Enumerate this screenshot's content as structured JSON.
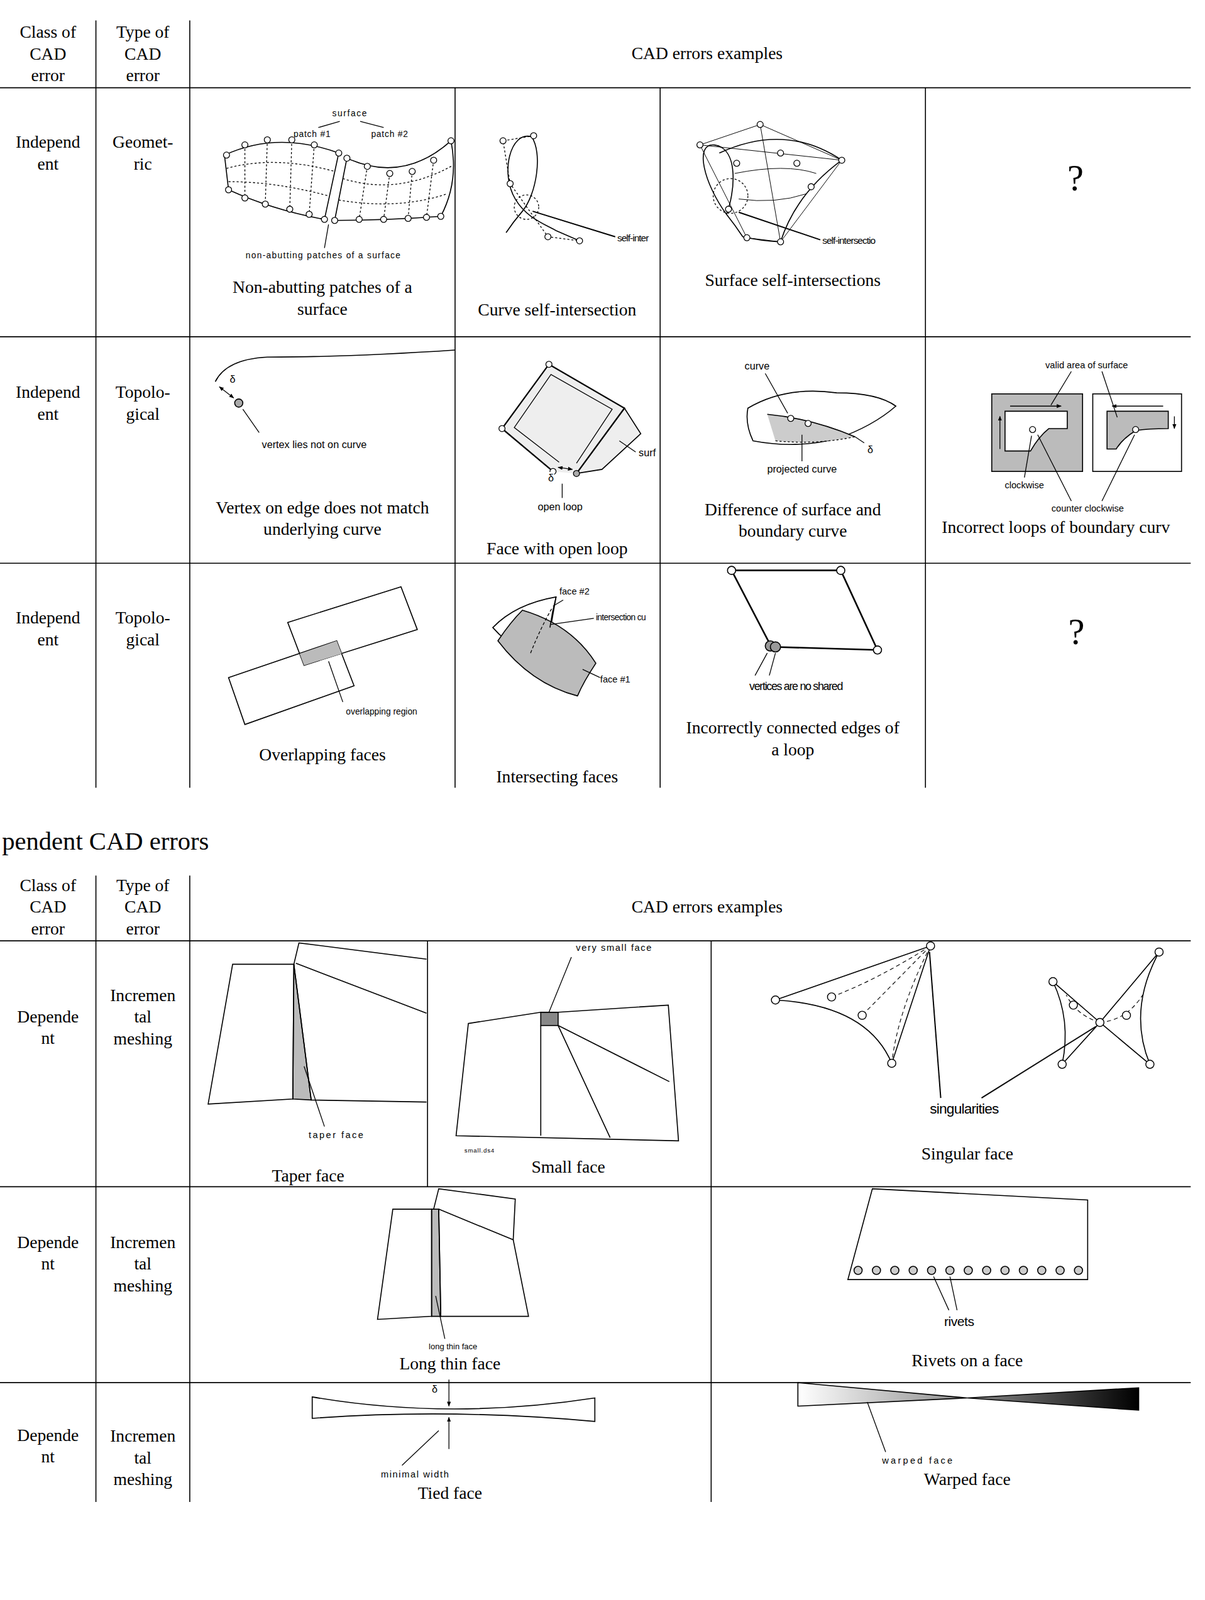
{
  "diagram": {
    "labels": [
      "Class of CAD error",
      "Type of CAD error",
      "CAD errors examples",
      "Independ ent",
      "Geomet- ric",
      "surface",
      "patch #1",
      "patch #2",
      "non-abutting patches of a surface",
      "Non-abutting patches of a surface",
      "self-inter",
      "Curve self-intersection",
      "self-intersectio",
      "Surface self-intersections",
      "?",
      "Independ ent",
      "Topolo- gical",
      "δ",
      "vertex lies not on curve",
      "Vertex on edge does not match underlying curve",
      "surf",
      "δ",
      "open loop",
      "Face with open loop",
      "curve",
      "δ",
      "projected curve",
      "Difference of surface and boundary curve",
      "valid area of surface",
      "clockwise",
      "counter clockwise",
      "Incorrect loops of boundary curv",
      "Independ ent",
      "Topolo- gical",
      "overlapping region",
      "Overlapping faces",
      "face #2",
      "intersection cu",
      "face #1",
      "Intersecting faces",
      "vertices are no shared",
      "Incorrectly connected edges of a loop",
      "?",
      "pendent CAD errors",
      "Class of CAD error",
      "Type of CAD error",
      "CAD errors examples",
      "Depende nt",
      "Incremen tal meshing",
      "taper face",
      "Taper face",
      "very small face",
      "small.ds4",
      "Small face",
      "singularities",
      "Singular face",
      "Depende nt",
      "Incremen tal meshing",
      "long thin face",
      "Long thin face",
      "rivets",
      "Rivets on a face",
      "Depende nt",
      "Incremen tal meshing",
      "δ",
      "minimal width",
      "Tied face",
      "warped face",
      "Warped face"
    ]
  }
}
